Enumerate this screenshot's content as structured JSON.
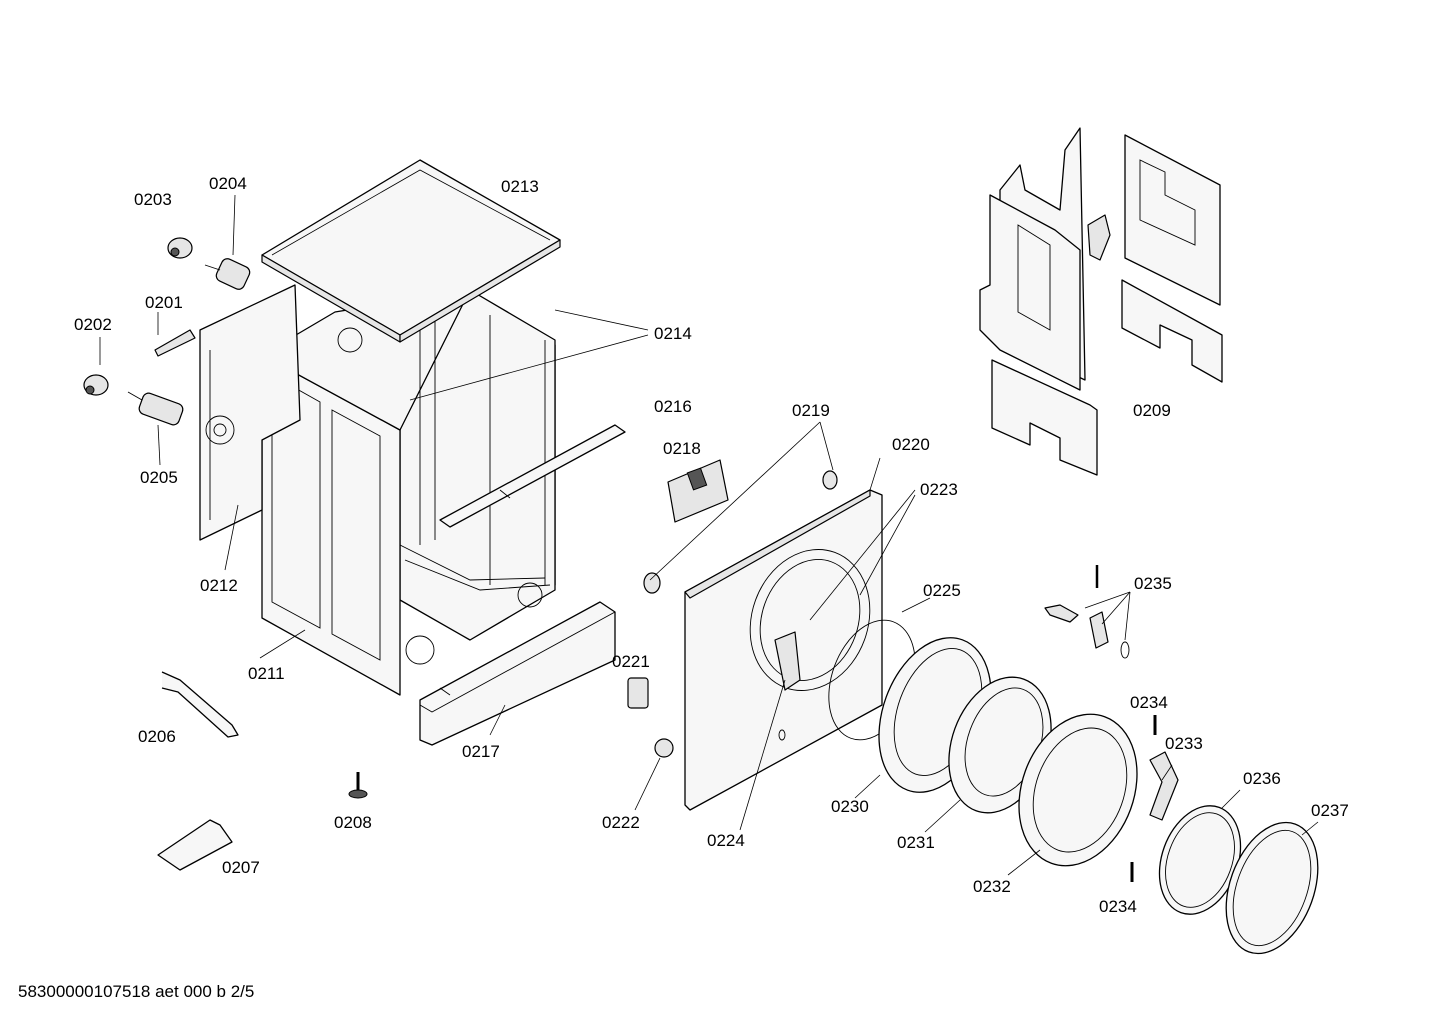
{
  "labels": {
    "p0201": "0201",
    "p0202": "0202",
    "p0203": "0203",
    "p0204": "0204",
    "p0205": "0205",
    "p0206": "0206",
    "p0207": "0207",
    "p0208": "0208",
    "p0209": "0209",
    "p0211": "0211",
    "p0212": "0212",
    "p0213": "0213",
    "p0214": "0214",
    "p0216": "0216",
    "p0217": "0217",
    "p0218": "0218",
    "p0219": "0219",
    "p0220": "0220",
    "p0221": "0221",
    "p0222": "0222",
    "p0223": "0223",
    "p0224": "0224",
    "p0225": "0225",
    "p0230": "0230",
    "p0231": "0231",
    "p0232": "0232",
    "p0233": "0233",
    "p0234a": "0234",
    "p0234b": "0234",
    "p0235": "0235",
    "p0236": "0236",
    "p0237": "0237"
  },
  "footer": "58300000107518 aet 000 b 2/5"
}
